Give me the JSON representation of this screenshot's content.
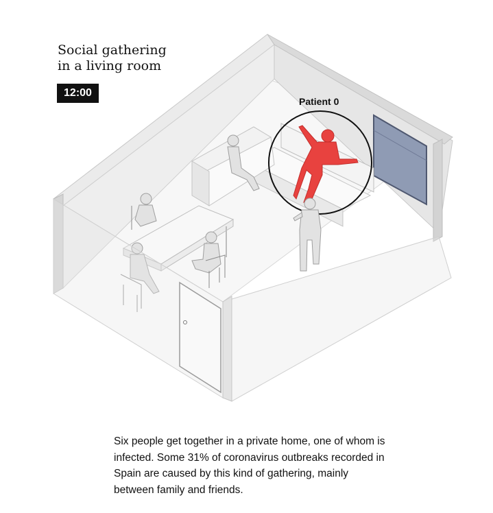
{
  "title_line1": "Social gathering",
  "title_line2": "in a living room",
  "time": "12:00",
  "patient_label": "Patient 0",
  "caption": {
    "part1": "Six people get together in a private home, one of whom is infected. ",
    "part2": "Some 31% of coronavirus outbreaks recorded in Spain are caused by this kind of gathering, mainly between family and friends."
  },
  "colors": {
    "infected": "#e8423f",
    "window": "#8f9bb4",
    "badge": "#111111"
  }
}
